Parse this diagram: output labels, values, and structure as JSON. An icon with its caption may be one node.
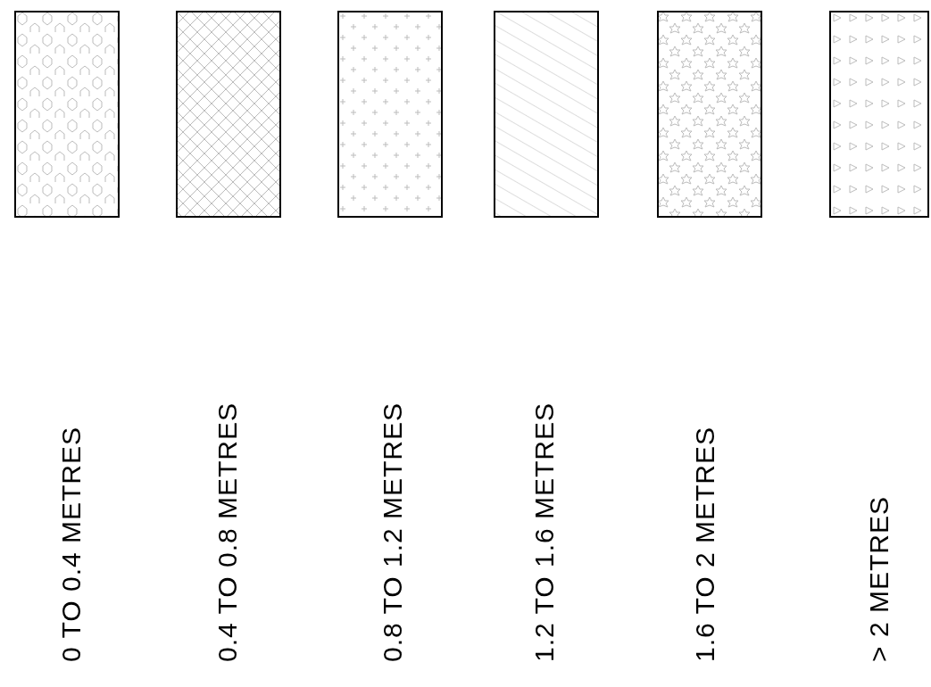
{
  "diagram": {
    "legend": [
      {
        "text": "0 TO 0.4 METRES"
      },
      {
        "text": "0.4 TO 0.8 METRES"
      },
      {
        "text": "0.8 TO 1.2 METRES"
      },
      {
        "text": "1.2 TO 1.6 METRES"
      },
      {
        "text": "1.6 TO 2 METRES"
      },
      {
        "text": "> 2 METRES"
      }
    ]
  }
}
